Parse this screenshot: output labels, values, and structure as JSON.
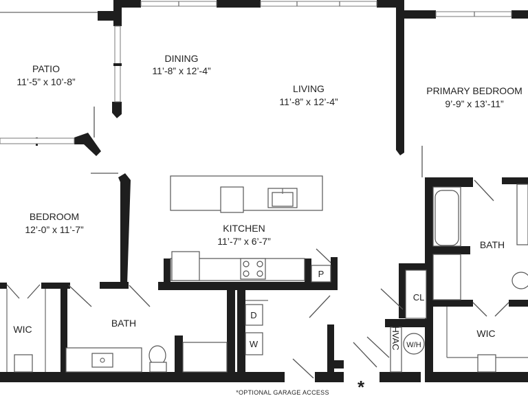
{
  "rooms": {
    "patio": {
      "name": "PATIO",
      "dims": "11’-5” x 10’-8”"
    },
    "dining": {
      "name": "DINING",
      "dims": "11’-8” x 12’-4”"
    },
    "living": {
      "name": "LIVING",
      "dims": "11’-8” x 12’-4”"
    },
    "primary_bedroom": {
      "name": "PRIMARY BEDROOM",
      "dims": "9’-9” x 13’-11”"
    },
    "bedroom": {
      "name": "BEDROOM",
      "dims": "12’-0” x 11’-7”"
    },
    "kitchen": {
      "name": "KITCHEN",
      "dims": "11’-7” x 6’-7”"
    },
    "bath_left": {
      "name": "BATH"
    },
    "bath_right": {
      "name": "BATH"
    },
    "wic_left": {
      "name": "WIC"
    },
    "wic_right": {
      "name": "WIC"
    }
  },
  "labels": {
    "pantry": "P",
    "dryer": "D",
    "washer": "W",
    "closet": "CL",
    "hvac": "HVAC",
    "water_heater": "W/H",
    "asterisk": "*"
  },
  "note": "*OPTIONAL GARAGE ACCESS"
}
